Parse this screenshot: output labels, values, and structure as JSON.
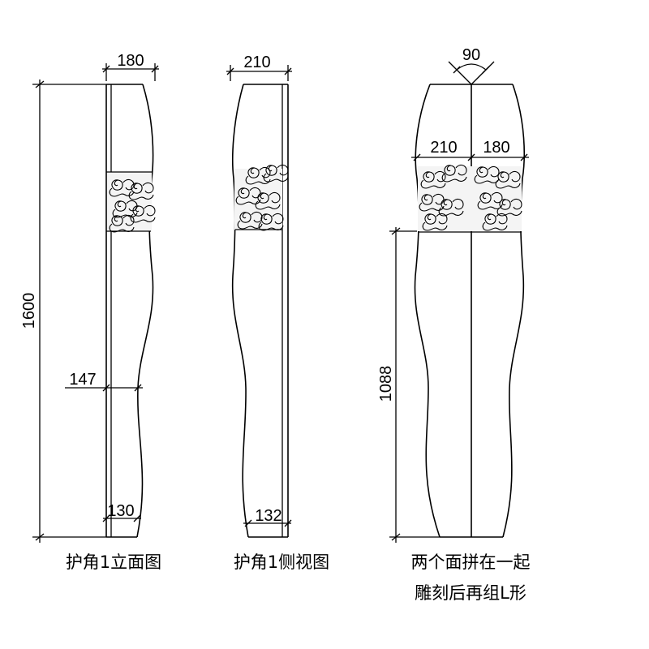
{
  "view1": {
    "dim_width_top": "180",
    "dim_height": "1600",
    "dim_width_mid": "147",
    "dim_width_bottom": "130",
    "caption": "护角1立面图"
  },
  "view2": {
    "dim_width_top": "210",
    "dim_width_bottom": "132",
    "caption": "护角1侧视图"
  },
  "view3": {
    "dim_angle": "90",
    "dim_left_width": "210",
    "dim_right_width": "180",
    "dim_height": "1088",
    "caption_line1": "两个面拼在一起",
    "caption_line2": "雕刻后再组L形"
  }
}
